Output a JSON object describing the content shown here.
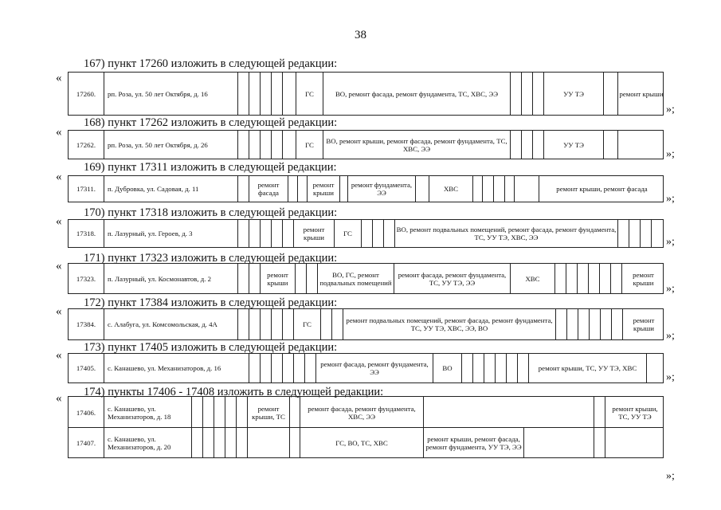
{
  "page_number": "38",
  "open_quote": "«",
  "close_quote": "»;",
  "sections": [
    {
      "heading": "167) пункт 17260 изложить в следующей редакции:",
      "rows": [
        {
          "num": "17260.",
          "address": "рп. Роза, ул. 50 лет Октября, д. 16",
          "cells": [
            "ГС",
            "ВО, ремонт фасада, ремонт фундамента, ТС, ХВС, ЭЭ",
            "УУ ТЭ",
            "ремонт крыши"
          ]
        }
      ]
    },
    {
      "heading": "168) пункт 17262 изложить в следующей редакции:",
      "rows": [
        {
          "num": "17262.",
          "address": "рп. Роза, ул. 50 лет Октября, д. 26",
          "cells": [
            "ГС",
            "ВО, ремонт крыши, ремонт фасада, ремонт фундамента, ТС, ХВС, ЭЭ",
            "УУ ТЭ"
          ]
        }
      ]
    },
    {
      "heading": "169) пункт 17311 изложить в следующей редакции:",
      "rows": [
        {
          "num": "17311.",
          "address": "п. Дубровка, ул. Садовая, д. 11",
          "cells": [
            "ремонт фасада",
            "ремонт крыши",
            "ремонт фундамента, ЭЭ",
            "ХВС",
            "ремонт крыши, ремонт фасада"
          ]
        }
      ]
    },
    {
      "heading": "170) пункт 17318 изложить в следующей редакции:",
      "rows": [
        {
          "num": "17318.",
          "address": "п. Лазурный, ул. Героев, д. 3",
          "cells": [
            "ремонт крыши",
            "ГС",
            "ВО, ремонт подвальных помещений, ремонт фасада, ремонт фундамента, ТС, УУ ТЭ, ХВС, ЭЭ"
          ]
        }
      ]
    },
    {
      "heading": "171) пункт 17323 изложить в следующей редакции:",
      "rows": [
        {
          "num": "17323.",
          "address": "п. Лазурный, ул. Космонавтов, д. 2",
          "cells": [
            "ремонт крыши",
            "ВО, ГС, ремонт подвальных помещений",
            "ремонт фасада, ремонт фундамента, ТС, УУ ТЭ, ЭЭ",
            "ХВС",
            "ремонт крыши"
          ]
        }
      ]
    },
    {
      "heading": "172) пункт 17384 изложить в следующей редакции:",
      "rows": [
        {
          "num": "17384.",
          "address": "с. Алабуга, ул. Комсомольская, д. 4А",
          "cells": [
            "ГС",
            "ремонт подвальных помещений, ремонт фасада, ремонт фундамента, ТС, УУ ТЭ, ХВС, ЭЭ, ВО",
            "ремонт крыши"
          ]
        }
      ]
    },
    {
      "heading": "173) пункт 17405 изложить в следующей редакции:",
      "rows": [
        {
          "num": "17405.",
          "address": "с. Канашево, ул. Механизаторов, д. 16",
          "cells": [
            "ремонт фасада, ремонт фундамента, ЭЭ",
            "ВО",
            "ремонт крыши, ТС, УУ ТЭ, ХВС"
          ]
        }
      ]
    },
    {
      "heading": "174) пункты 17406 - 17408 изложить в следующей редакции:",
      "rows": [
        {
          "num": "17406.",
          "address": "с. Канашево, ул. Механизаторов, д. 18",
          "cells": [
            "ремонт крыши, ТС",
            "ремонт фасада, ремонт фундамента, ХВС, ЭЭ",
            "ремонт крыши, ТС, УУ ТЭ"
          ]
        },
        {
          "num": "17407.",
          "address": "с. Канашево, ул. Механизаторов, д. 20",
          "cells": [
            "ГС, ВО, ТС, ХВС",
            "ремонт крыши, ремонт фасада, ремонт фундамента, УУ ТЭ, ЭЭ"
          ]
        }
      ]
    }
  ]
}
